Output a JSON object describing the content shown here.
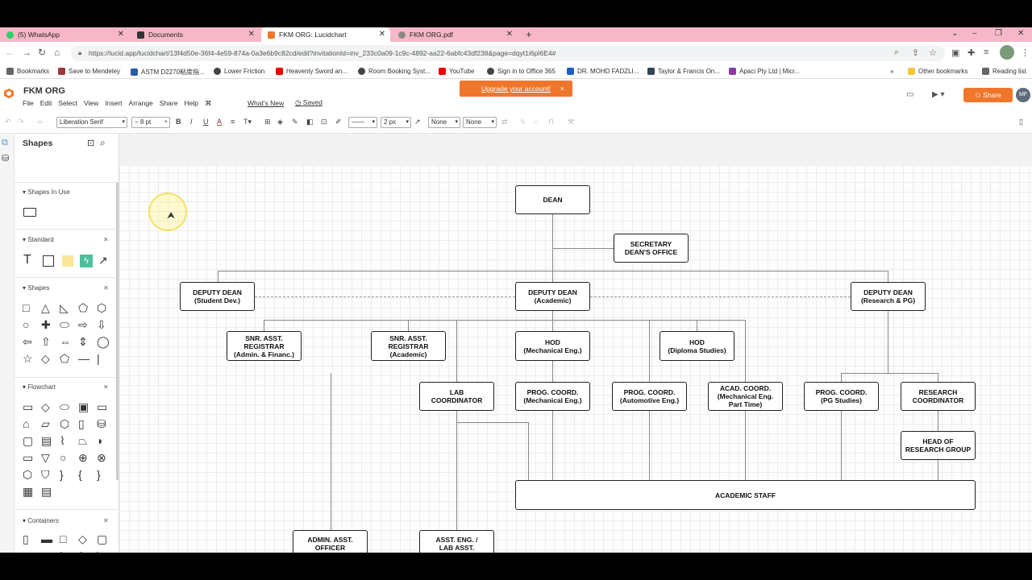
{
  "browser": {
    "tabs": [
      {
        "label": "(5) WhatsApp",
        "color": "#25d366"
      },
      {
        "label": "Documents",
        "color": "#333333"
      },
      {
        "label": "FKM ORG: Lucidchart",
        "color": "#f0762b"
      },
      {
        "label": "FKM ORG.pdf",
        "color": "#888888"
      }
    ],
    "url": "https://lucid.app/lucidchart/13f4d50e-36f4-4e59-874a-0a3e6b9c82cd/edit?invitationId=inv_233c0a09-1c9c-4892-aa22-6abfc43df238&page=dqyt1i6pI6E4#",
    "bookmarks": [
      "Bookmarks",
      "Save to Mendeley",
      "ASTM D2270粘度指...",
      "Lower Friction",
      "Heavenly Sword an...",
      "Room Booking Syst...",
      "YouTube",
      "Sign in to Office 365",
      "DR. MOHD FADZLI...",
      "Taylor & Francis On...",
      "Apaci Pty Ltd | Micr..."
    ],
    "other_bookmarks": "Other bookmarks",
    "reading_list": "Reading list"
  },
  "app": {
    "title": "FKM ORG",
    "menu": [
      "File",
      "Edit",
      "Select",
      "View",
      "Insert",
      "Arrange",
      "Share",
      "Help"
    ],
    "whats_new": "What's New",
    "saved": "Saved",
    "upgrade": "Upgrade your account!",
    "share": "Share",
    "user_initials": "MF",
    "accent": "#f0762b"
  },
  "toolbar": {
    "font": "Liberation Serif",
    "font_size": "8 pt",
    "line_width": "2 px",
    "arrow_start": "None",
    "arrow_end": "None"
  },
  "panel": {
    "title": "Shapes",
    "sections": [
      "Shapes In Use",
      "Standard",
      "Shapes",
      "Flowchart",
      "Containers"
    ]
  },
  "chart": {
    "dean": "DEAN",
    "secretary": "SECRETARY\nDEAN'S OFFICE",
    "dd_student": "DEPUTY DEAN\n(Student Dev.)",
    "dd_academic": "DEPUTY DEAN\n(Academic)",
    "dd_research": "DEPUTY DEAN\n(Research & PG)",
    "snr_admin": "SNR. ASST.\nREGISTRAR\n(Admin. & Financ.)",
    "snr_acad": "SNR. ASST.\nREGISTRAR\n(Academic)",
    "hod_mech": "HOD\n(Mechanical Eng.)",
    "hod_dip": "HOD\n(Diploma Studies)",
    "lab_coord": "LAB\nCOORDINATOR",
    "prog_mech": "PROG. COORD.\n(Mechanical Eng.)",
    "prog_auto": "PROG. COORD.\n(Automotive Eng.)",
    "acad_coord": "ACAD. COORD.\n(Mechanical Eng.\nPart Time)",
    "prog_pg": "PROG. COORD.\n(PG Studies)",
    "research_coord": "RESEARCH\nCOORDINATOR",
    "head_research": "HEAD OF\nRESEARCH GROUP",
    "academic_staff": "ACADEMIC STAFF",
    "admin_officer": "ADMIN. ASST.\nOFFICER",
    "asst_eng": "ASST. ENG. /\nLAB ASST."
  }
}
